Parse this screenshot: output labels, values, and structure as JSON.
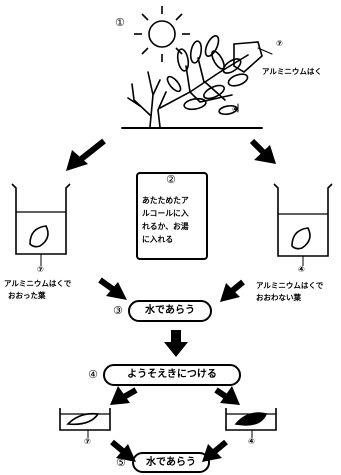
{
  "steps": {
    "s1": "①",
    "s2": "②",
    "s3": "③",
    "s4": "④",
    "s5": "⑤"
  },
  "labels": {
    "foil_mark": "⑦",
    "foil_label": "アルミニウムはく",
    "uncovered_mark": "④",
    "center_text": [
      "あたためたア",
      "ルコールに入",
      "れるか、お湯",
      "に入れる"
    ],
    "left_beaker_mark": "⑦",
    "right_beaker_mark": "④",
    "left_caption": [
      "アルミニウムはくで",
      "おおった葉"
    ],
    "right_caption": [
      "アルミニウムはくで",
      "おおわない葉"
    ],
    "wash1": "水であらう",
    "iodine": "ようそえきにつける",
    "dish_left_mark": "⑦",
    "dish_right_mark": "④",
    "wash2": "水であらう"
  }
}
